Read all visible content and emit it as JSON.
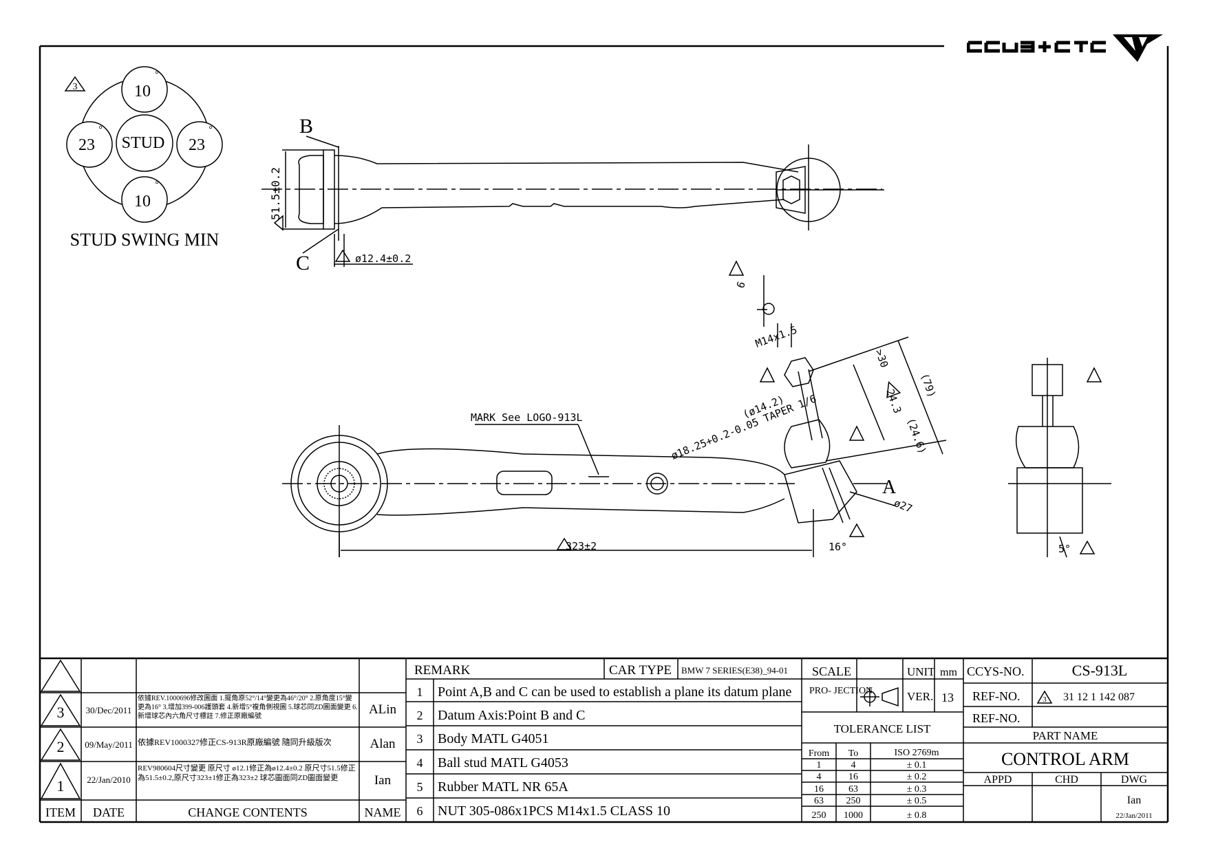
{
  "brand": {
    "name": "CCYS+CTC"
  },
  "swing": {
    "title": "STUD SWING MIN",
    "rev_mark": "3",
    "top": "10",
    "bottom": "10",
    "left": "23",
    "right": "23",
    "center": "STUD",
    "degree": "°"
  },
  "top_view": {
    "label_b": "B",
    "label_c": "C",
    "dim_height": "51.5±0.2",
    "dim_dia": "ø12.4±0.2"
  },
  "main_view": {
    "mark_note": "MARK See LOGO-913L",
    "dim_len": "323±2",
    "label_a": "A",
    "dim_taper": "ø18.25+0.2-0.05 TAPER 1/6",
    "dim_phi142": "(ø14.2)",
    "dim_thread": "M14x1.5",
    "dim_hex": "6",
    "dim_30": ">30",
    "dim_243": "24.3",
    "dim_246": "(24.6)",
    "dim_79": "(79)",
    "dim_27": "ø27",
    "dim_16": "16°"
  },
  "side_view": {
    "dim_5": "5°"
  },
  "title_block": {
    "revisions": [
      {
        "symbol": "3",
        "date": "30/Dec/2011",
        "content": "依據REV.1000696修改圖面 1.擺角原52°/14°變更為46°/20° 2.原角度15°變更為16° 3.增加399-006護頭套 4.新增5°複角側視圖 5.球芯同ZD圖面變更 6.新增球芯內六角尺寸標註 7.修正原廠編號",
        "name": "ALin"
      },
      {
        "symbol": "2",
        "date": "09/May/2011",
        "content": "依據REV1000327修正CS-913R原廠編號 隨同升級版次",
        "name": "Alan"
      },
      {
        "symbol": "1",
        "date": "22/Jan/2010",
        "content": "REV980604尺寸變更 原尺寸 ø12.1修正為ø12.4±0.2 原尺寸51.5修正為51.5±0.2,原尺寸323±1修正為323±2 球芯圖面同ZD圖面變更",
        "name": "Ian"
      }
    ],
    "headers": {
      "item": "ITEM",
      "date": "DATE",
      "content": "CHANGE CONTENTS",
      "name": "NAME"
    },
    "remark_label": "REMARK",
    "car_type_label": "CAR TYPE",
    "car_type": "BMW 7 SERIES(E38)_94-01",
    "remarks": [
      {
        "no": "1",
        "text": "Point A,B and C can be used to establish a plane its datum plane"
      },
      {
        "no": "2",
        "text": "Datum Axis:Point B and C"
      },
      {
        "no": "3",
        "text": "Body MATL G4051"
      },
      {
        "no": "4",
        "text": "Ball stud MATL G4053"
      },
      {
        "no": "5",
        "text": "Rubber MATL NR 65A"
      },
      {
        "no": "6",
        "text": "NUT 305-086x1PCS M14x1.5 CLASS 10"
      }
    ],
    "scale_label": "SCALE",
    "unit_label": "UNIT",
    "unit": "mm",
    "projection_label": "PRO-\nJECTION",
    "ver_label": "VER.",
    "ver": "13",
    "tolerance_title": "TOLERANCE LIST",
    "tol_headers": {
      "from": "From",
      "to": "To",
      "iso": "ISO 2769m"
    },
    "tolerances": [
      {
        "from": "1",
        "to": "4",
        "tol": "± 0.1"
      },
      {
        "from": "4",
        "to": "16",
        "tol": "± 0.2"
      },
      {
        "from": "16",
        "to": "63",
        "tol": "± 0.3"
      },
      {
        "from": "63",
        "to": "250",
        "tol": "± 0.5"
      },
      {
        "from": "250",
        "to": "1000",
        "tol": "± 0.8"
      }
    ],
    "ccys_no_label": "CCYS-NO.",
    "ccys_no": "CS-913L",
    "ref_no_label": "REF-NO.",
    "ref_no": "31 12 1 142 087",
    "ref_no_rev": "3",
    "ref_no2_label": "REF-NO.",
    "part_name_label": "PART NAME",
    "part_name": "CONTROL ARM",
    "appd_label": "APPD",
    "chd_label": "CHD",
    "dwg_label": "DWG",
    "dwg_by": "Ian",
    "dwg_date": "22/Jan/2011"
  }
}
